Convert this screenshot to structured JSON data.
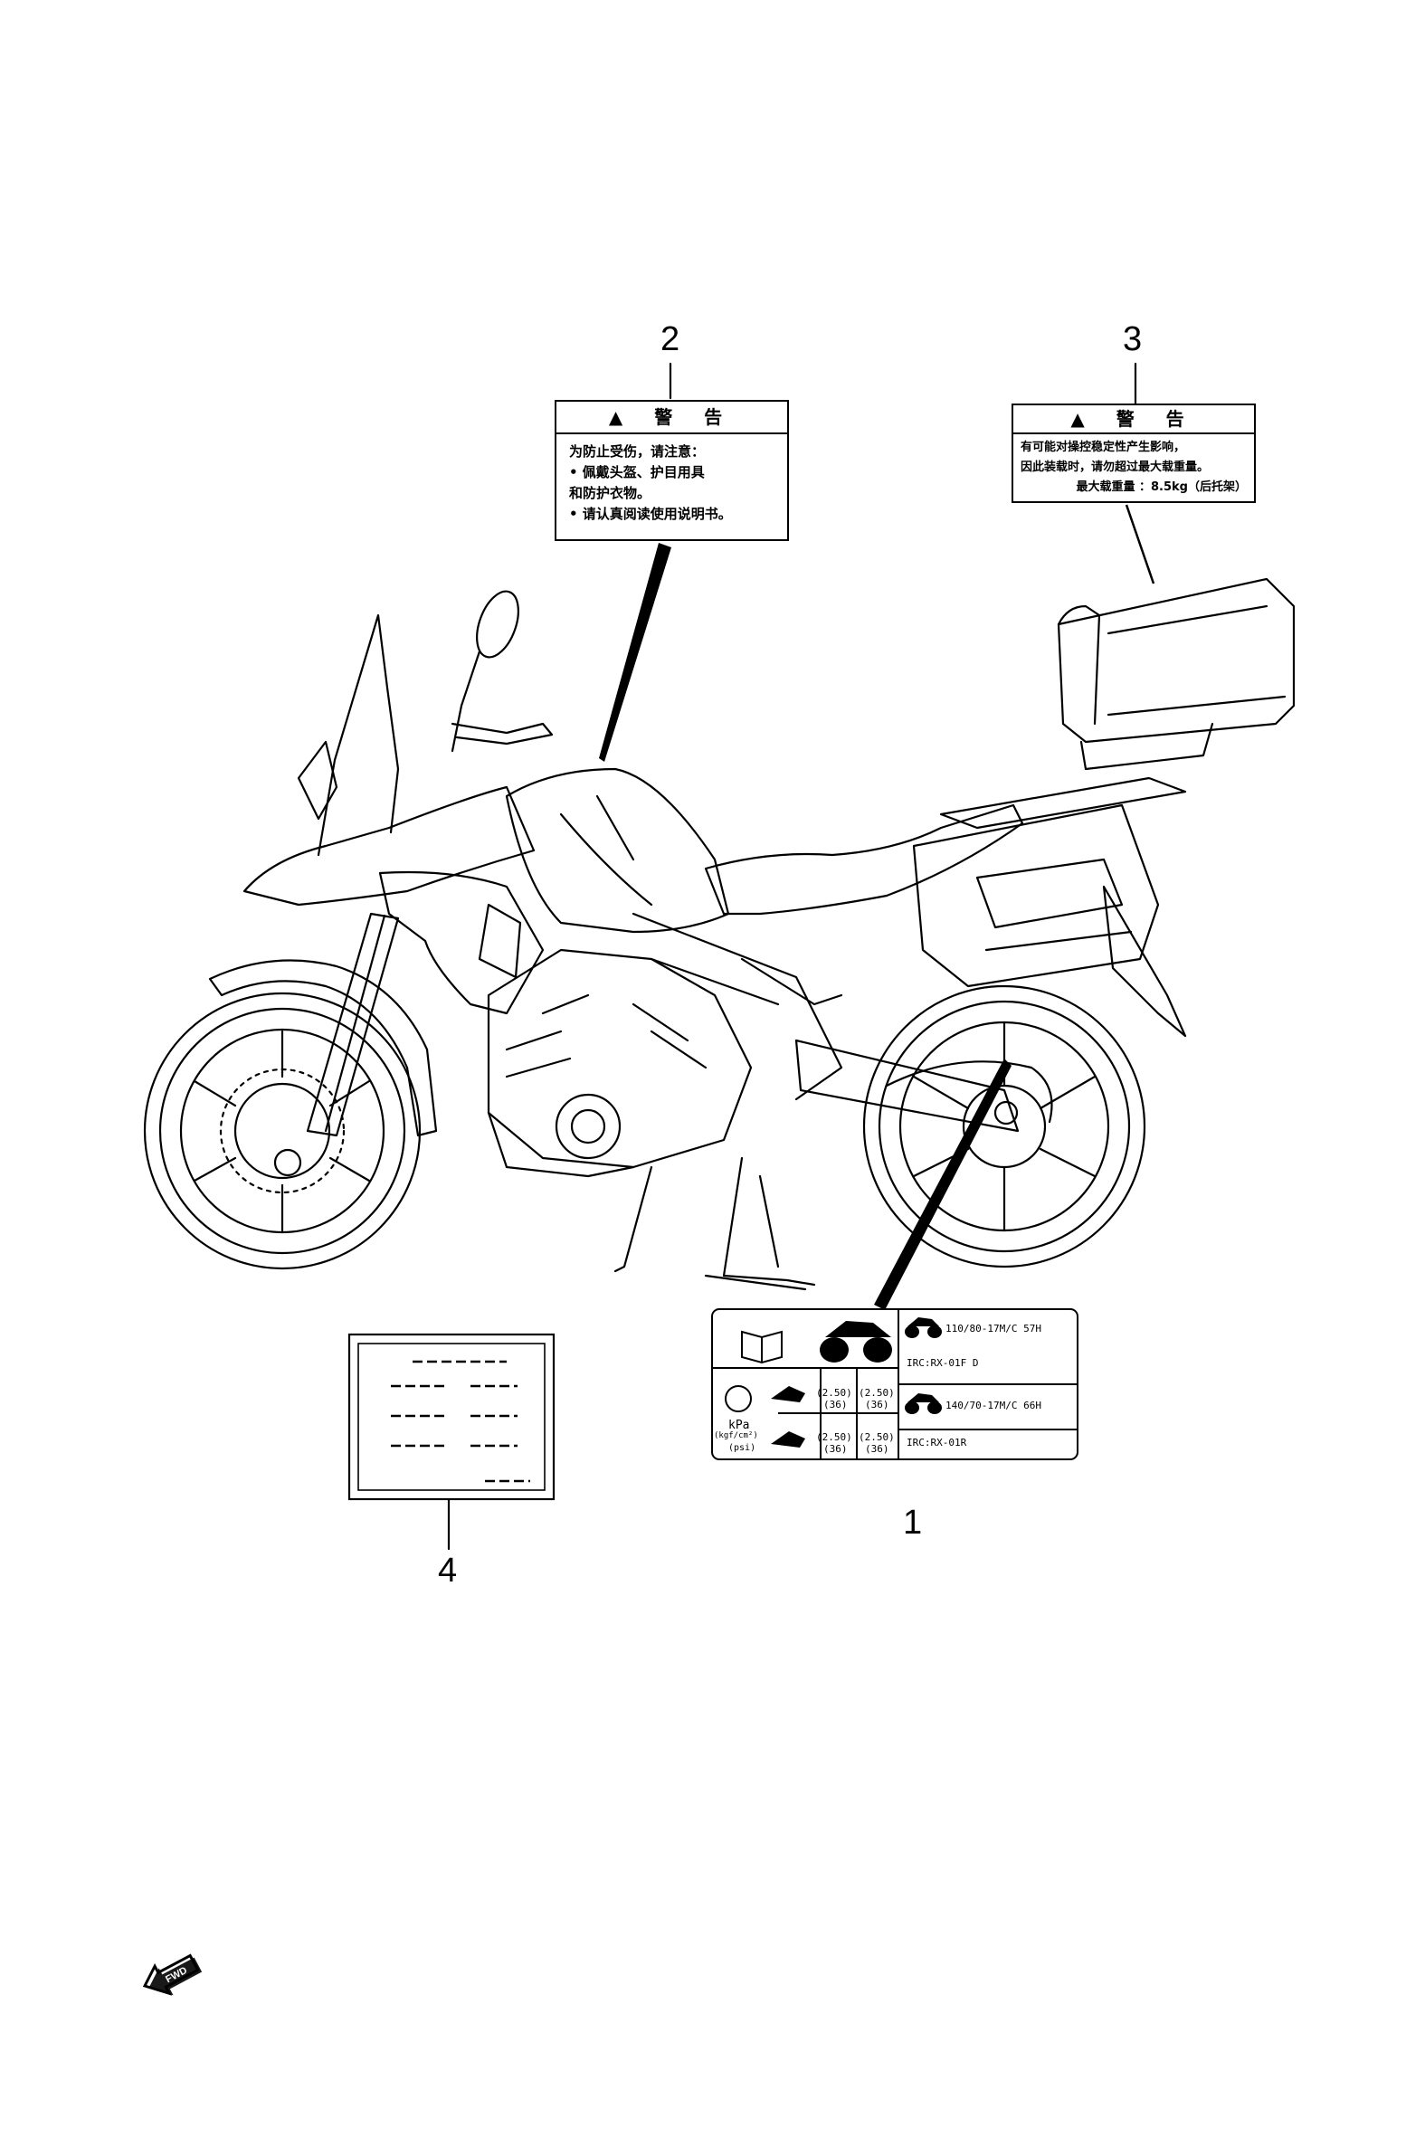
{
  "callouts": {
    "c1": "1",
    "c2": "2",
    "c3": "3",
    "c4": "4"
  },
  "label2": {
    "header": "警 告",
    "lines": [
      "为防止受伤，请注意：",
      "• 佩戴头盔、护目用具",
      "   和防护衣物。",
      "• 请认真阅读使用说明书。"
    ]
  },
  "label3": {
    "header": "警 告",
    "lines": [
      "有可能对操控稳定性产生影响，",
      "因此装载时，请勿超过最大载重量。",
      "最大载重量 ：8.5kg（后托架）"
    ]
  },
  "label1": {
    "front_tire": "110/80-17M/C 57H",
    "front_brand": "IRC:RX-01F D",
    "rear_tire": "140/70-17M/C 66H",
    "rear_brand": "IRC:RX-01R",
    "solo_front": "(2.50)",
    "solo_front_psi": "(36)",
    "solo_rear": "(2.50)",
    "solo_rear_psi": "(36)",
    "duo_front": "(2.50)",
    "duo_front_psi": "(36)",
    "duo_rear": "(2.50)",
    "duo_rear_psi": "(36)",
    "unit_kpa": "kPa",
    "unit_kgf": "(kgf/cm²)",
    "unit_psi": "(psi)"
  },
  "fwd_badge": "FWD"
}
